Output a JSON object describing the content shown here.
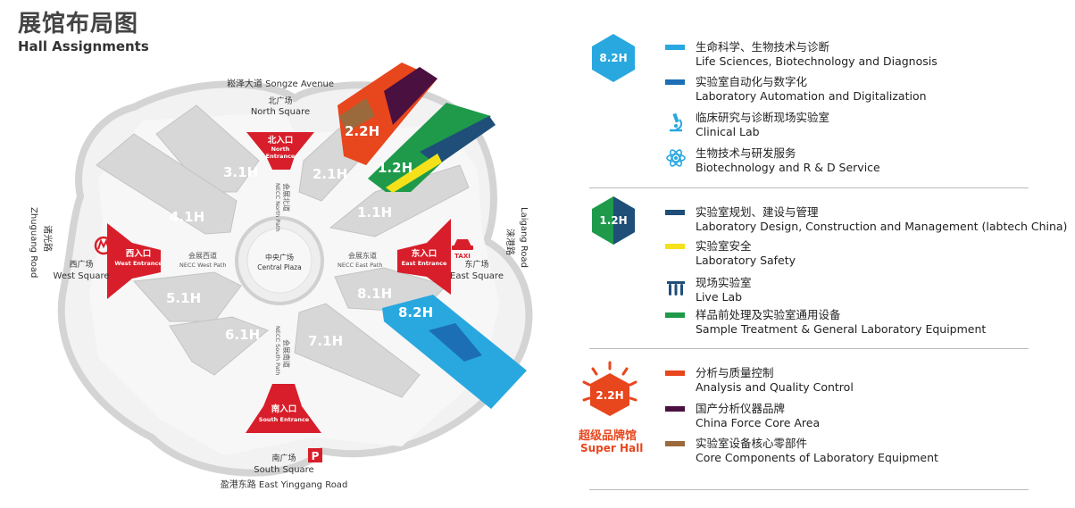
{
  "header": {
    "title_cn": "展馆布局图",
    "title_en": "Hall Assignments"
  },
  "map": {
    "roads": {
      "north_cn": "崧泽大道 Songze Avenue",
      "south": "盈港东路 East Yinggang Road",
      "west_cn": "诸光路",
      "west_en": "Zhuguang Road",
      "east_cn": "涞港路",
      "east_en": "Laigang Road"
    },
    "squares": {
      "north_cn": "北广场",
      "north_en": "North Square",
      "south_cn": "南广场",
      "south_en": "South Square",
      "west_cn": "西广场",
      "west_en": "West Square",
      "east_cn": "东广场",
      "east_en": "East Square",
      "central_cn": "中央广场",
      "central_en": "Central Plaza"
    },
    "entrances": {
      "north_cn": "北入口",
      "north_en_1": "North",
      "north_en_2": "Entrance",
      "south_cn": "南入口",
      "south_en": "South Entrance",
      "west_cn": "西入口",
      "west_en": "West Entrance",
      "east_cn": "东入口",
      "east_en": "East Entrance"
    },
    "paths": {
      "north_cn": "会展北道",
      "north_en": "NECC North Path",
      "south_cn": "会展南道",
      "south_en": "NECC South Path",
      "west_cn": "会展西道",
      "west_en": "NECC West Path",
      "east_cn": "会展东道",
      "east_en": "NECC East Path"
    },
    "halls": [
      "3.1H",
      "2.1H",
      "4.1H",
      "1.1H",
      "5.1H",
      "8.1H",
      "6.1H",
      "7.1H"
    ],
    "featured_halls": {
      "hall_22": "2.2H",
      "hall_12": "1.2H",
      "hall_82": "8.2H"
    },
    "taxi_label": "TAXI",
    "parking_label": "P"
  },
  "legend": {
    "group_82": {
      "badge": "8.2H",
      "color": "#1ba1e2",
      "items": [
        {
          "cn": "生命科学、生物技术与诊断",
          "en": "Life Sciences, Biotechnology and Diagnosis",
          "color": "#29a8e0",
          "icon": "swatch"
        },
        {
          "cn": "实验室自动化与数字化",
          "en": "Laboratory Automation and Digitalization",
          "color": "#1c6fb5",
          "icon": "swatch"
        },
        {
          "cn": "临床研究与诊断现场实验室",
          "en": "Clinical Lab",
          "color": "#29a8e0",
          "icon": "microscope-icon"
        },
        {
          "cn": "生物技术与研发服务",
          "en": "Biotechnology and R & D Service",
          "color": "#29a8e0",
          "icon": "atom-icon"
        }
      ]
    },
    "group_12": {
      "badge": "1.2H",
      "items": [
        {
          "cn": "实验室规划、建设与管理",
          "en": "Laboratory Design, Construction and Management (labtech China)",
          "color": "#1f4e79",
          "icon": "swatch"
        },
        {
          "cn": "实验室安全",
          "en": "Laboratory Safety",
          "color": "#f5e11a",
          "icon": "swatch"
        },
        {
          "cn": "现场实验室",
          "en": "Live Lab",
          "color": "#1f4e79",
          "icon": "test-tubes-icon"
        },
        {
          "cn": "样品前处理及实验室通用设备",
          "en": "Sample Treatment & General Laboratory Equipment",
          "color": "#1e9a4a",
          "icon": "swatch"
        }
      ]
    },
    "group_22": {
      "badge": "2.2H",
      "super_cn": "超级品牌馆",
      "super_en": "Super Hall",
      "items": [
        {
          "cn": "分析与质量控制",
          "en": "Analysis and Quality Control",
          "color": "#e8461d",
          "icon": "swatch"
        },
        {
          "cn": "国产分析仪器品牌",
          "en": "China Force Core Area",
          "color": "#4a1040",
          "icon": "swatch"
        },
        {
          "cn": "实验室设备核心零部件",
          "en": "Core Components of Laboratory Equipment",
          "color": "#9b6a3c",
          "icon": "swatch"
        }
      ]
    }
  }
}
